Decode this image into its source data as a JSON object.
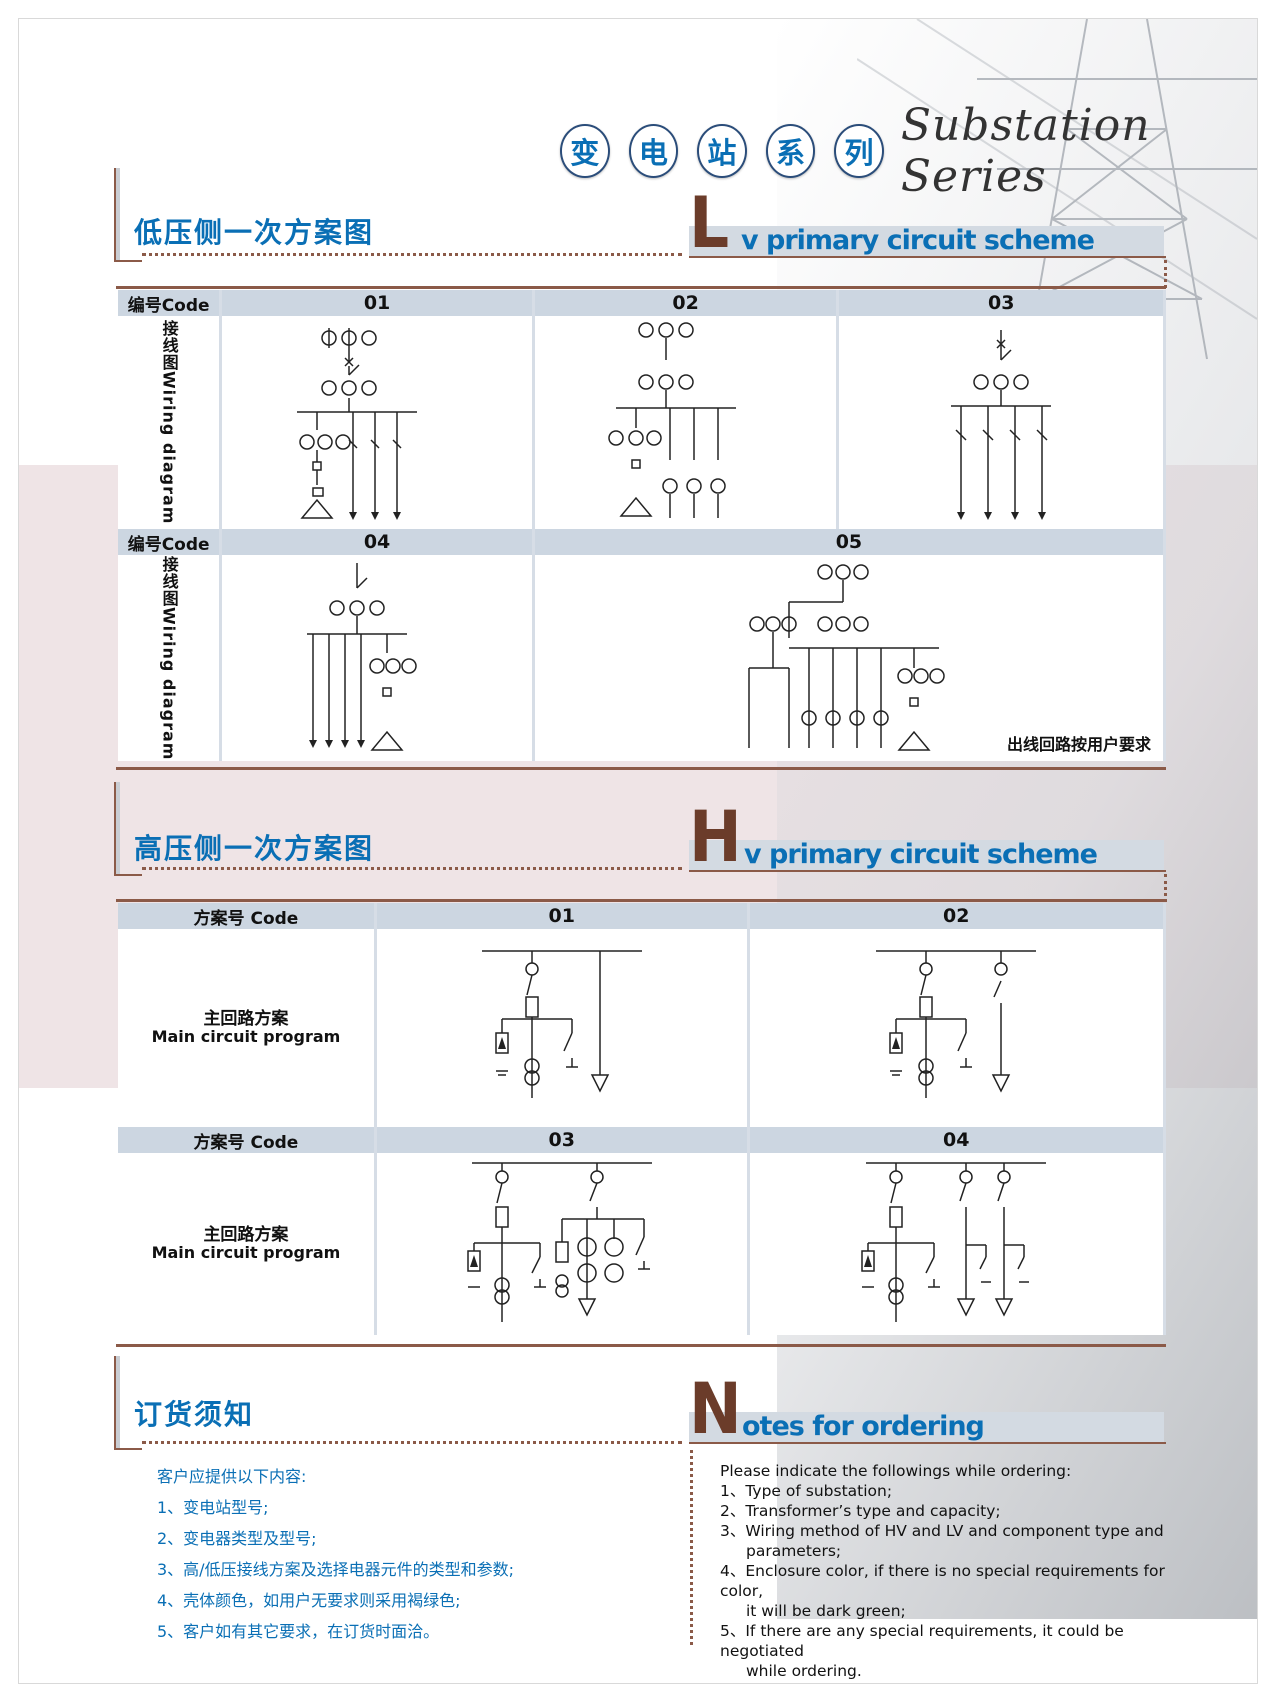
{
  "header": {
    "cn_chars": [
      "变",
      "电",
      "站",
      "系",
      "列"
    ],
    "en_title": "Substation Series"
  },
  "lv": {
    "cn_title": "低压侧一次方案图",
    "en_big_letter": "L",
    "en_rest": "v primary circuit scheme",
    "code_label": "编号Code",
    "wiring_label": "接线图Wiring diagram",
    "row1_codes": [
      "01",
      "02",
      "03"
    ],
    "row2_codes": [
      "04",
      "05"
    ],
    "note": "出线回路按用户要求"
  },
  "hv": {
    "cn_title": "高压侧一次方案图",
    "en_big_letter": "H",
    "en_rest": "v primary circuit scheme",
    "code_label": "方案号 Code",
    "main_cn": "主回路方案",
    "main_en": "Main circuit program",
    "row1_codes": [
      "01",
      "02"
    ],
    "row2_codes": [
      "03",
      "04"
    ]
  },
  "notes": {
    "cn_title": "订货须知",
    "en_big_letter": "N",
    "en_rest": "otes for ordering",
    "cn_items": [
      "客户应提供以下内容:",
      "1、变电站型号;",
      "2、变电器类型及型号;",
      "3、高/低压接线方案及选择电器元件的类型和参数;",
      "4、壳体颜色，如用户无要求则采用褐绿色;",
      "5、客户如有其它要求，在订货时面洽。"
    ],
    "en_lines": [
      "Please indicate the followings while ordering:",
      "1、Type of substation;",
      "2、Transformer’s type and capacity;",
      "3、Wiring method of HV and LV and component type and",
      "parameters;",
      "4、Enclosure color, if there is no special requirements for color,",
      "it will be dark green;",
      "5、If there are any special requirements, it could be negotiated",
      "while ordering."
    ]
  },
  "colors": {
    "accent_blue": "#0a6fb5",
    "brown": "#8b5a48",
    "header_cell": "#ccd6e1"
  }
}
